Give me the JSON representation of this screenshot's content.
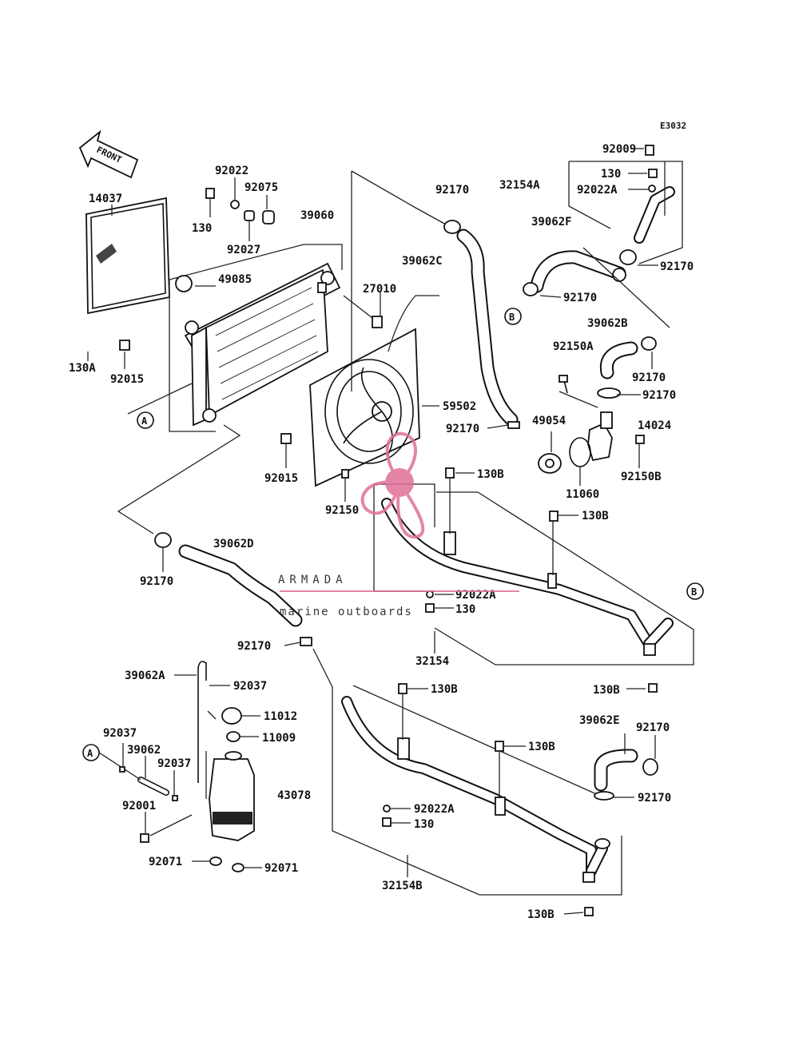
{
  "diagram_code": "E3032",
  "front_label": "FRONT",
  "watermark": {
    "brand": "ARMADA",
    "tagline": "marine outboards",
    "accent_color": "#e0709a"
  },
  "callouts": {
    "a1": "A",
    "a2": "A",
    "b1": "B",
    "b2": "B"
  },
  "labels": {
    "p14037": "14037",
    "p92022": "92022",
    "p92075": "92075",
    "p39060": "39060",
    "p130": "130",
    "p92027": "92027",
    "p49085": "49085",
    "p27010": "27010",
    "p130A": "130A",
    "p92015a": "92015",
    "p92170a": "92170",
    "p39062C": "39062C",
    "p59502": "59502",
    "p92170b": "92170",
    "p92015b": "92015",
    "p92150": "92150",
    "p130B1": "130B",
    "p92009": "92009",
    "p32154A": "32154A",
    "p130b": "130",
    "p92022A1": "92022A",
    "p39062F": "39062F",
    "p92170c": "92170",
    "p92170d": "92170",
    "p39062B": "39062B",
    "p92150A": "92150A",
    "p92170e": "92170",
    "p92170f": "92170",
    "p49054": "49054",
    "p14024": "14024",
    "p11060": "11060",
    "p92150B": "92150B",
    "p130B2": "130B",
    "p39062D": "39062D",
    "p92170g": "92170",
    "p92022A2": "92022A",
    "p130c": "130",
    "p32154": "32154",
    "p92170h": "92170",
    "p130B3": "130B",
    "p39062A": "39062A",
    "p92037a": "92037",
    "p11012": "11012",
    "p11009": "11009",
    "p130B4": "130B",
    "p92037b": "92037",
    "p39062": "39062",
    "p92037c": "92037",
    "p43078": "43078",
    "p92001": "92001",
    "p92022A3": "92022A",
    "p130d": "130",
    "p39062E": "39062E",
    "p92170i": "92170",
    "p92170j": "92170",
    "p92071a": "92071",
    "p92071b": "92071",
    "p32154B": "32154B",
    "p130B5": "130B",
    "p130B6": "130B"
  }
}
